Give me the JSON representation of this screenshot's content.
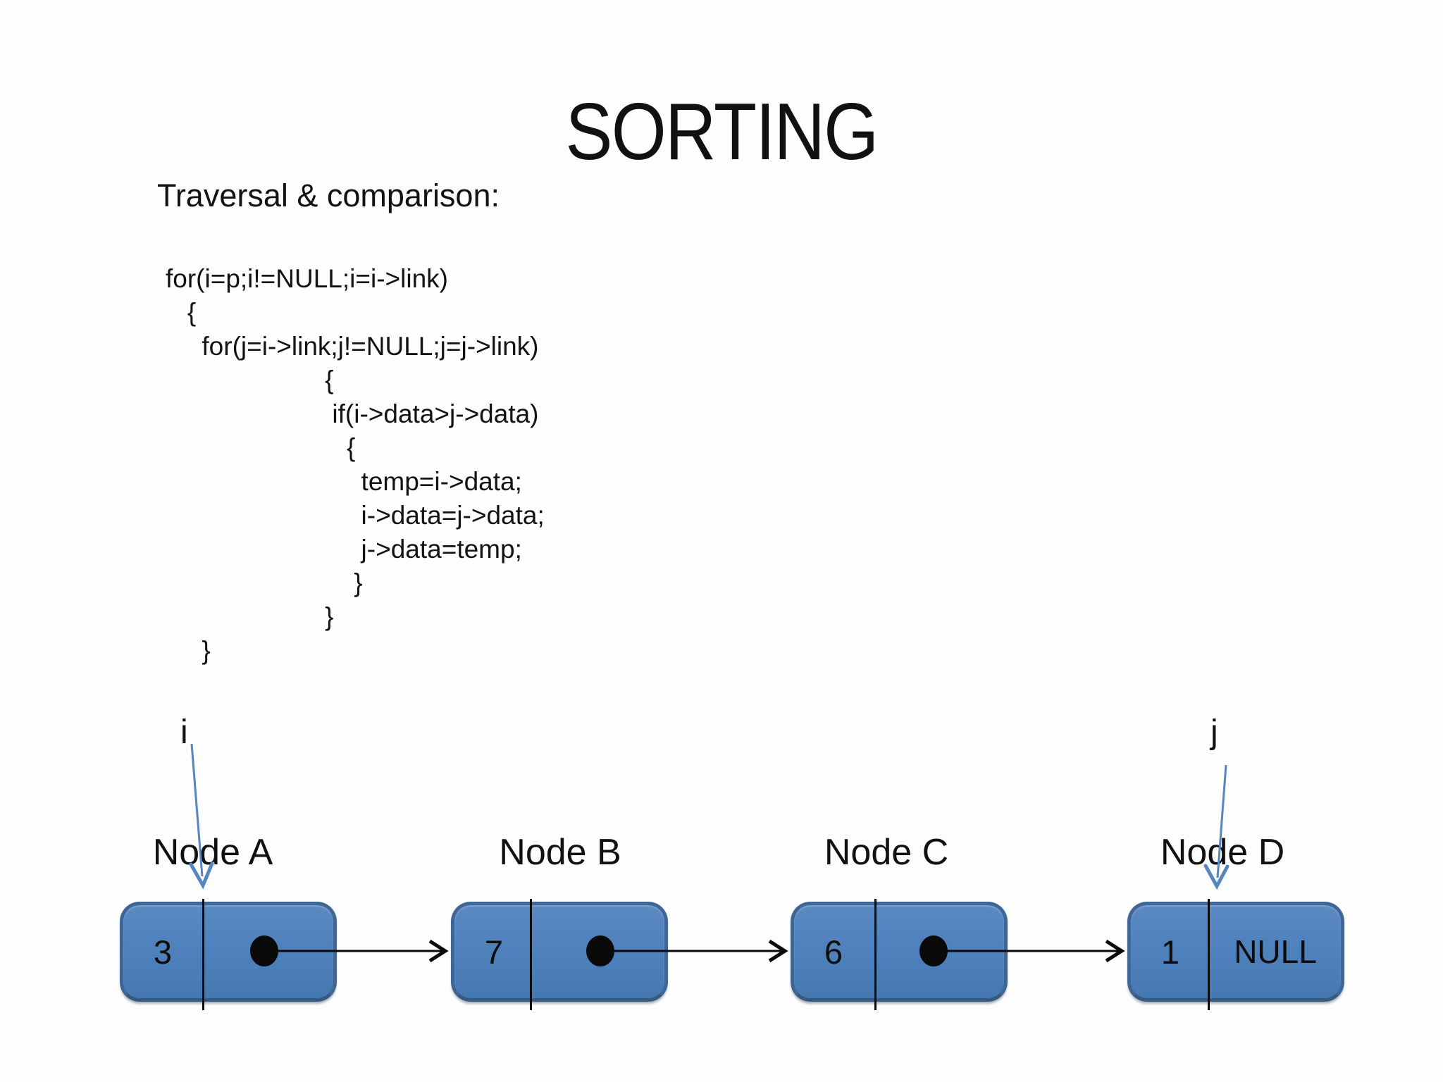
{
  "title": "SORTING",
  "heading": "Traversal & comparison:",
  "code": {
    "lines": [
      "for(i=p;i!=NULL;i=i->link)",
      "   {",
      "     for(j=i->link;j!=NULL;j=j->link)",
      "                      {",
      "                       if(i->data>j->data)",
      "                         {",
      "                           temp=i->data;",
      "                           i->data=j->data;",
      "                           j->data=temp;",
      "                          }",
      "                      }",
      "     }"
    ]
  },
  "pointers": [
    {
      "label": "i",
      "points_to": "Node A"
    },
    {
      "label": "j",
      "points_to": "Node D"
    }
  ],
  "nodes": [
    {
      "label": "Node A",
      "value": "3"
    },
    {
      "label": "Node B",
      "value": "7"
    },
    {
      "label": "Node C",
      "value": "6"
    },
    {
      "label": "Node D",
      "value": "1",
      "pointer_text": "NULL"
    }
  ],
  "colors": {
    "node_fill": "#4f81bd",
    "node_border": "#3f6795",
    "pointer_arrow_blue": "#5586c0",
    "link_arrow_black": "#0a0a0a",
    "background": "#fdfdfd",
    "text": "#131313"
  }
}
